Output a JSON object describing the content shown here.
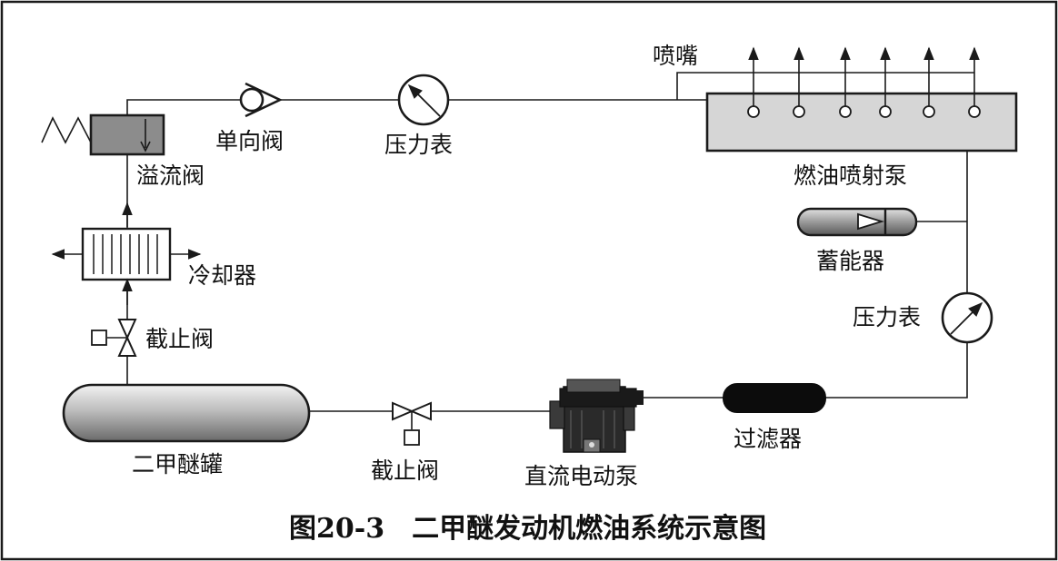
{
  "labels": {
    "nozzle": "喷嘴",
    "check_valve": "单向阀",
    "pressure_gauge_top": "压力表",
    "overflow_valve": "溢流阀",
    "injection_pump": "燃油喷射泵",
    "accumulator": "蓄能器",
    "cooler": "冷却器",
    "pressure_gauge_right": "压力表",
    "stop_valve_left": "截止阀",
    "dme_tank": "二甲醚罐",
    "stop_valve_bottom": "截止阀",
    "dc_pump": "直流电动泵",
    "filter": "过滤器"
  },
  "caption": "图20-3　二甲醚发动机燃油系统示意图"
}
